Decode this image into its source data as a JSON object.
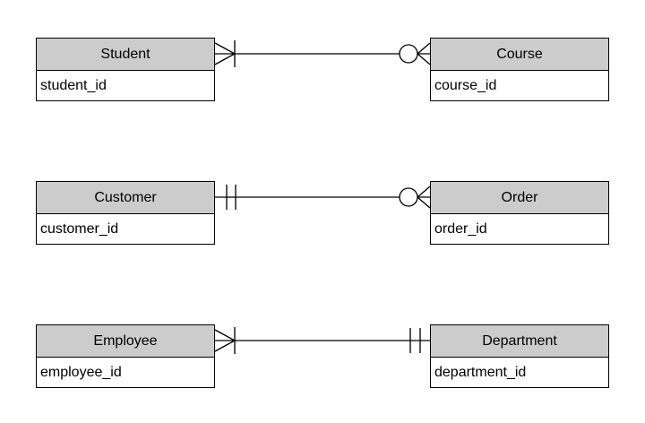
{
  "diagram": {
    "type": "entity-relationship",
    "notation": "crow's foot",
    "entities": [
      {
        "name": "Student",
        "attributes": [
          "student_id"
        ]
      },
      {
        "name": "Course",
        "attributes": [
          "course_id"
        ]
      },
      {
        "name": "Customer",
        "attributes": [
          "customer_id"
        ]
      },
      {
        "name": "Order",
        "attributes": [
          "order_id"
        ]
      },
      {
        "name": "Employee",
        "attributes": [
          "employee_id"
        ]
      },
      {
        "name": "Department",
        "attributes": [
          "department_id"
        ]
      }
    ],
    "relationships": [
      {
        "from": "Student",
        "from_cardinality": "one or many",
        "to": "Course",
        "to_cardinality": "zero or many"
      },
      {
        "from": "Customer",
        "from_cardinality": "exactly one",
        "to": "Order",
        "to_cardinality": "zero or many"
      },
      {
        "from": "Employee",
        "from_cardinality": "one or many",
        "to": "Department",
        "to_cardinality": "exactly one"
      }
    ],
    "colors": {
      "header_fill": "#cccccc",
      "row_fill": "#ffffff",
      "border": "#000000",
      "background": "#ffffff"
    }
  }
}
